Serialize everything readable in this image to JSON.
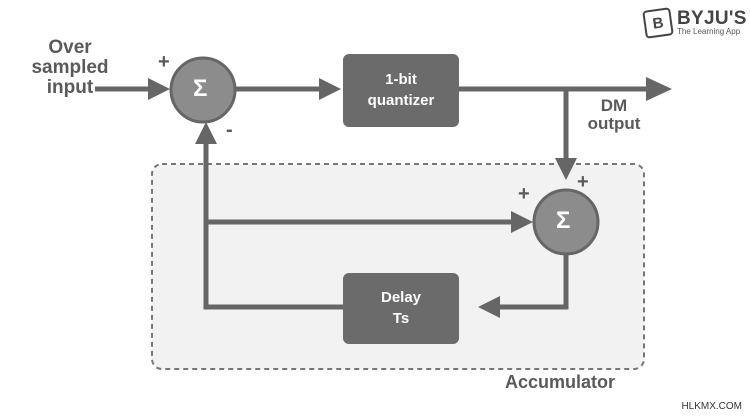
{
  "input_label": [
    "Over",
    "sampled",
    "input"
  ],
  "output_label": [
    "DM",
    "output"
  ],
  "quantizer_label": [
    "1-bit",
    "quantizer"
  ],
  "delay_label": [
    "Delay",
    "Ts"
  ],
  "accumulator_label": "Accumulator",
  "summer_symbol": "Σ",
  "summer1_signs": {
    "top": "+",
    "bottom": "-"
  },
  "summer2_signs": {
    "left": "+",
    "top": "+"
  },
  "logo": {
    "mark": "B",
    "name": "BYJU'S",
    "tagline": "The Learning App"
  },
  "watermark": "HLKMX.COM",
  "colors": {
    "line": "#666666",
    "block": "#6b6b6b",
    "summer": "#8c8c8c",
    "accumulator_fill": "#f2f2f2",
    "accumulator_border": "#777777"
  }
}
